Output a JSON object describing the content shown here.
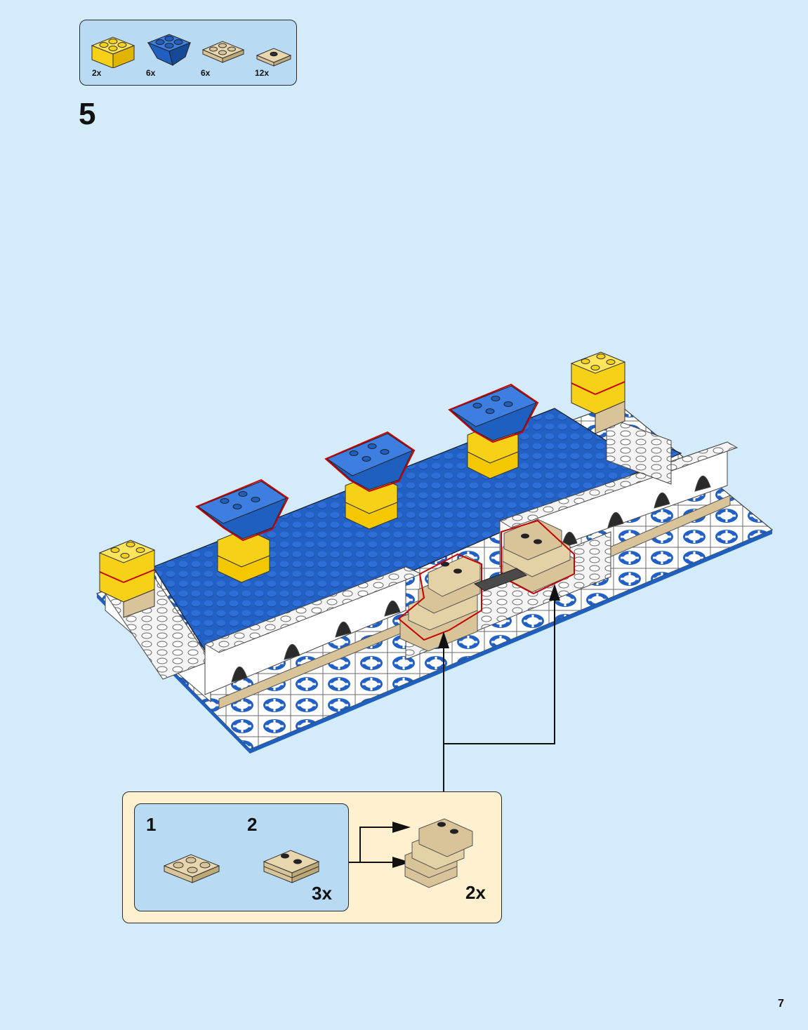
{
  "parts_list": [
    {
      "quantity": "2x",
      "piece": "yellow-2x2-brick",
      "color": "#f7d117"
    },
    {
      "quantity": "6x",
      "piece": "blue-2x2-inverted-slope",
      "color": "#1f5fbf"
    },
    {
      "quantity": "6x",
      "piece": "tan-2x2-plate",
      "color": "#d9c499"
    },
    {
      "quantity": "12x",
      "piece": "tan-1x2-jumper-plate",
      "color": "#d9c499"
    }
  ],
  "step": {
    "number": "5"
  },
  "sub_assembly": {
    "steps": [
      {
        "number": "1",
        "piece": "tan-2x2-plate"
      },
      {
        "number": "2",
        "piece": "tan-jumper-stack",
        "multiplier": "3x"
      }
    ],
    "result_multiplier": "2x"
  },
  "page": {
    "number": "7"
  },
  "colors": {
    "page_background": "#d3ebfa",
    "parts_box": "#b9daf3",
    "subassembly_box": "#fff1cf",
    "highlight_outline": "#c40000",
    "baseplate_blue": "#1f5fbf",
    "brick_yellow": "#f7d117",
    "brick_tan": "#d9c499",
    "brick_white": "#ffffff"
  }
}
